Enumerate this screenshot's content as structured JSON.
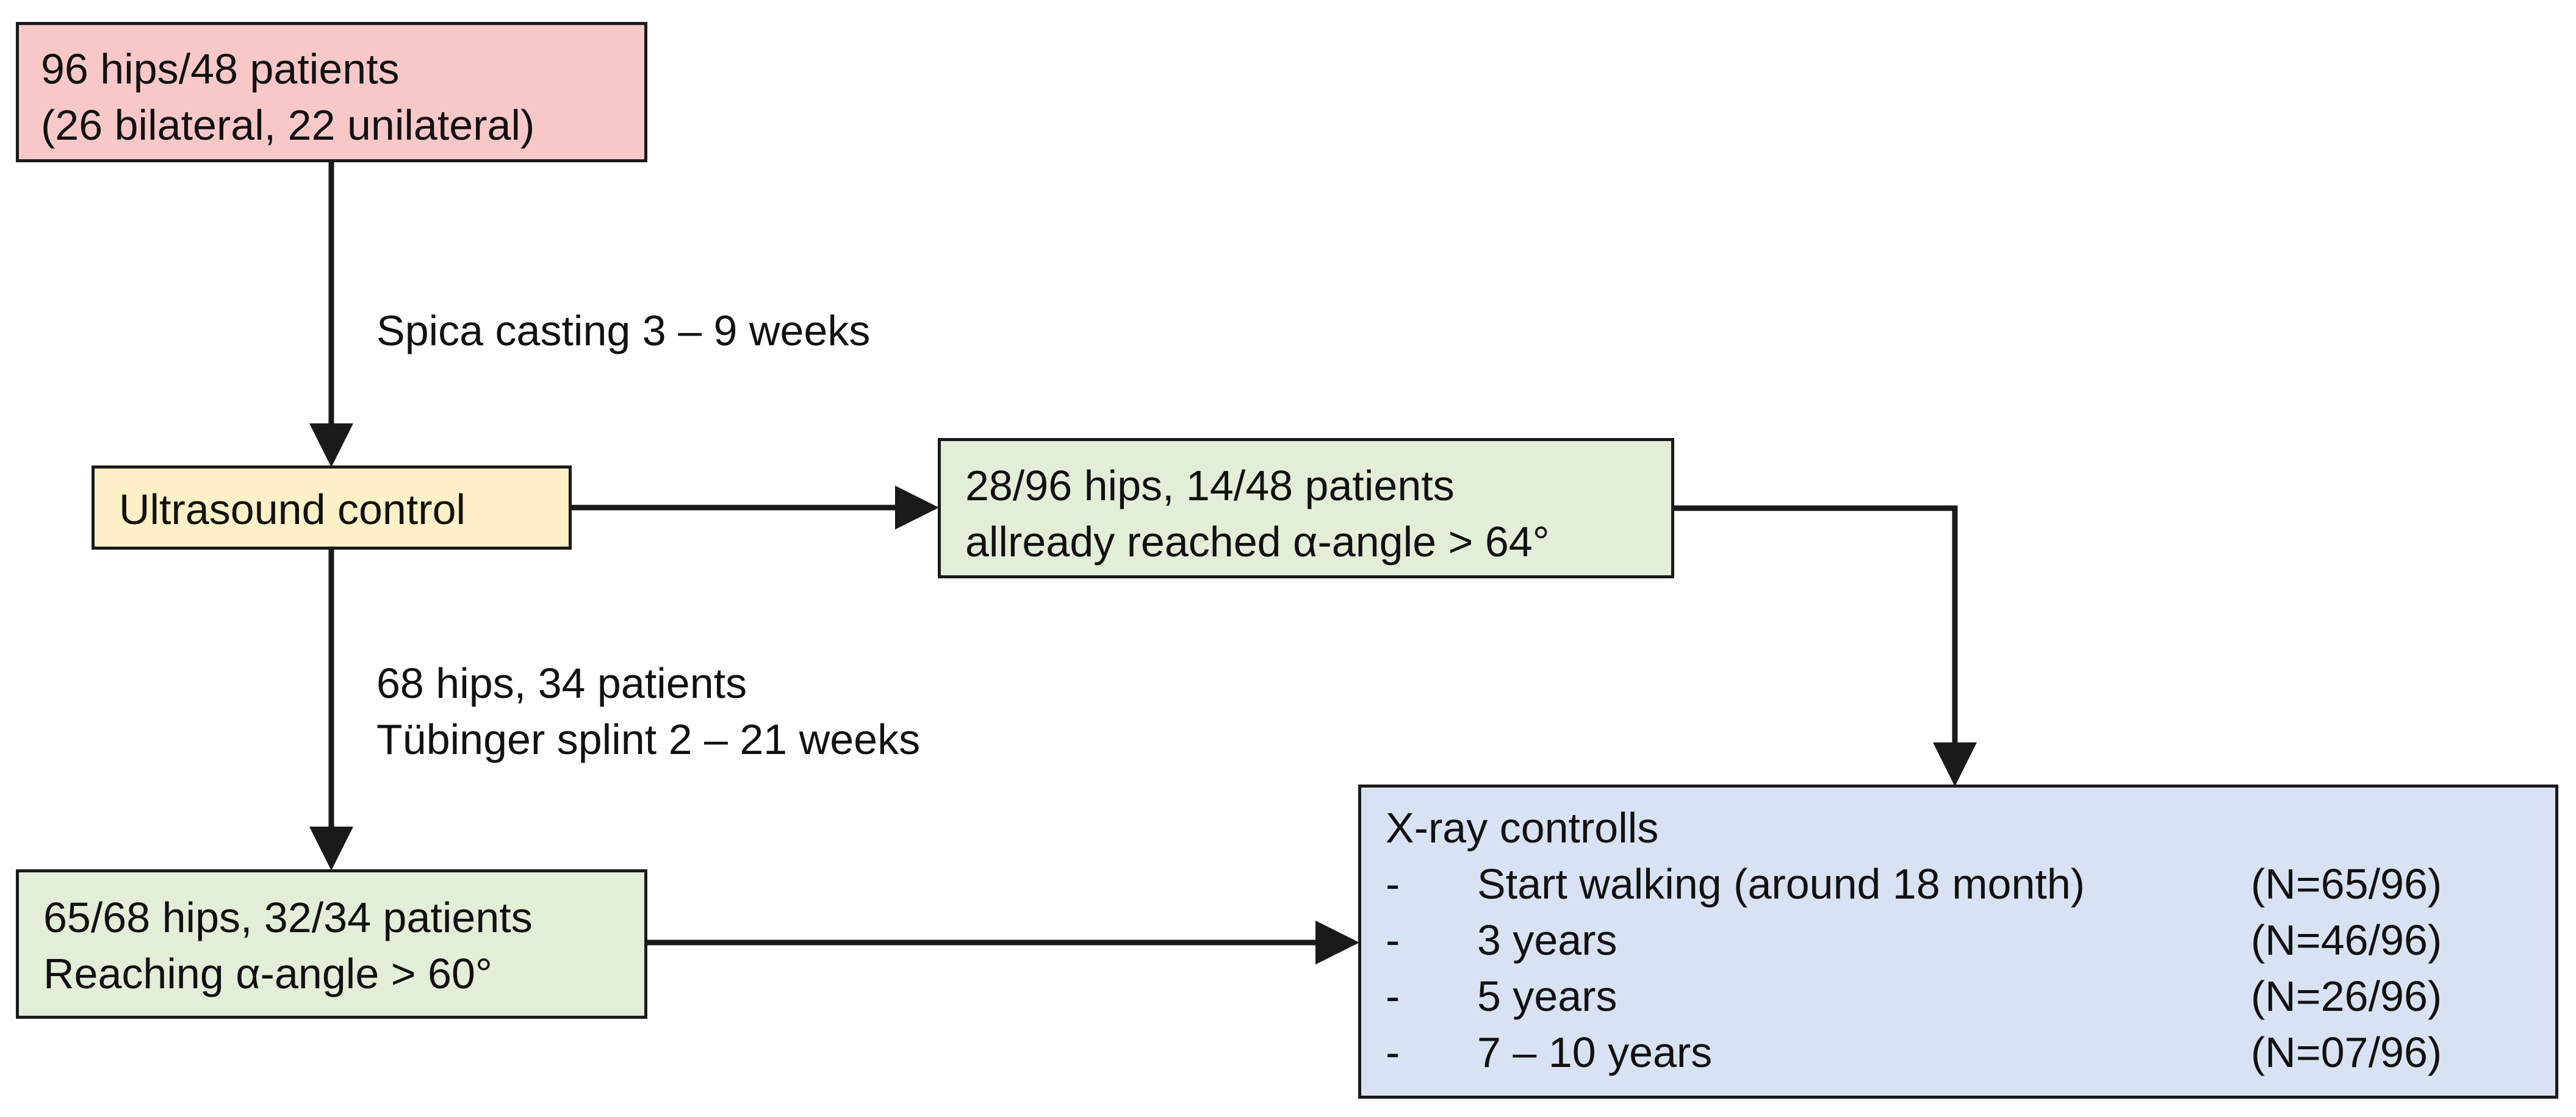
{
  "nodes": {
    "start": {
      "line1": "96 hips/48 patients",
      "line2": "(26 bilateral, 22 unilateral)",
      "fill": "#f8c8c8"
    },
    "ultrasound": {
      "line1": "Ultrasound control",
      "fill": "#fdf0c6"
    },
    "already_reached": {
      "line1": "28/96 hips, 14/48 patients",
      "line2": "allready reached α-angle > 64°",
      "fill": "#e2eed8"
    },
    "reaching": {
      "line1": "65/68 hips, 32/34 patients",
      "line2": "Reaching α-angle > 60°",
      "fill": "#e2eed8"
    },
    "xray": {
      "title": "X-ray controlls",
      "fill": "#d9e2f2",
      "rows": [
        {
          "dash": "-",
          "label": "Start walking (around 18 month)",
          "count": "(N=65/96)"
        },
        {
          "dash": "-",
          "label": "3 years",
          "count": "(N=46/96)"
        },
        {
          "dash": "-",
          "label": "5 years",
          "count": "(N=26/96)"
        },
        {
          "dash": "-",
          "label": "7 – 10 years",
          "count": "(N=07/96)"
        }
      ]
    }
  },
  "edges": {
    "spica": "Spica casting 3 – 9 weeks",
    "splint_line1": "68 hips, 34 patients",
    "splint_line2": "Tübinger splint 2 – 21 weeks"
  },
  "colors": {
    "stroke": "#1a1a1a"
  }
}
